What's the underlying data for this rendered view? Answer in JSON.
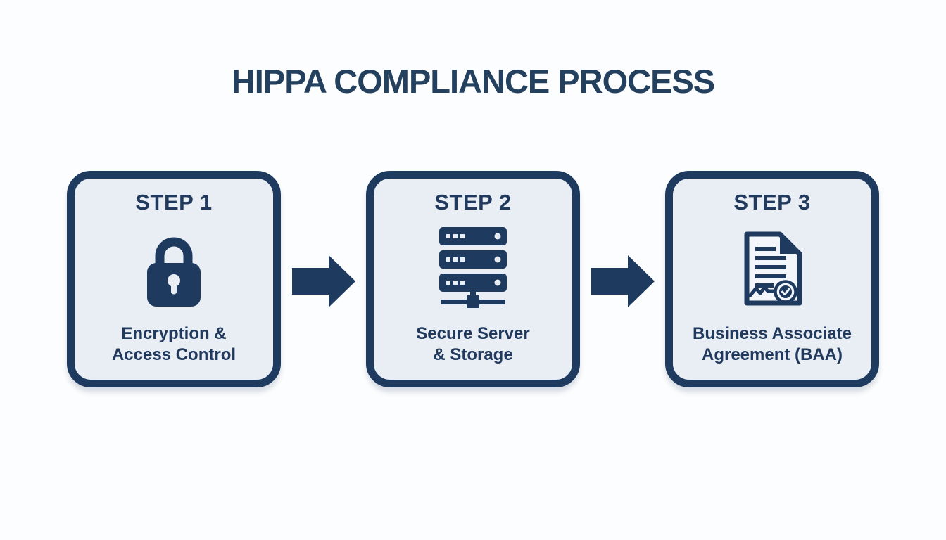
{
  "title": "HIPPA COMPLIANCE PROCESS",
  "colors": {
    "navy": "#1e3a5f",
    "card_background": "#e9eef5",
    "page_background": "#fcfdfe",
    "text": "#20395c"
  },
  "steps": [
    {
      "label": "STEP 1",
      "icon": "lock-icon",
      "caption": "Encryption &\nAccess Control"
    },
    {
      "label": "STEP 2",
      "icon": "server-icon",
      "caption": "Secure Server\n& Storage"
    },
    {
      "label": "STEP 3",
      "icon": "document-check-icon",
      "caption": "Business Associate\nAgreement (BAA)"
    }
  ]
}
